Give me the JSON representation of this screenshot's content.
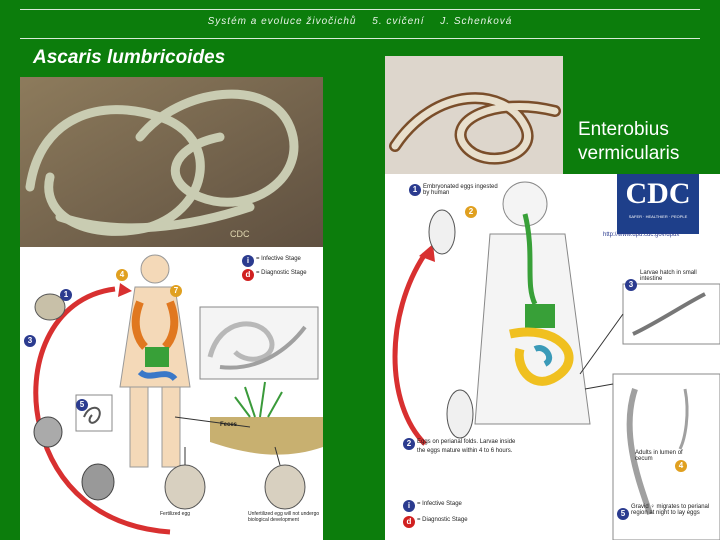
{
  "header": {
    "course": "Systém a evoluce živočichů",
    "lesson": "5. cvičení",
    "author": "J. Schenková"
  },
  "titles": {
    "left": "Ascaris lumbricoides",
    "right_line1": "Enterobius",
    "right_line2": "vermicularis"
  },
  "ascaris_cycle": {
    "legend_infective": "= Infective Stage",
    "legend_diagnostic": "= Diagnostic Stage",
    "feces": "Feces",
    "fertilized_egg": "Fertilized egg",
    "unfertilized_egg": "Unfertilized egg will not undergo biological development"
  },
  "enterobius_cycle": {
    "logo": "CDC",
    "logo_sub": "SAFER · HEALTHIER · PEOPLE",
    "url": "http://www.dpd.cdc.gov/dpdx",
    "step1": "Embryonated eggs ingested by human",
    "step2": "Eggs on perianal folds. Larvae inside the eggs mature within 4 to 6 hours.",
    "step3": "Larvae hatch in small intestine",
    "step4": "Adults in lumen of cecum",
    "step5": "Gravid ♀ migrates to perianal region at night to lay eggs",
    "legend_infective": "= Infective Stage",
    "legend_diagnostic": "= Diagnostic Stage"
  },
  "colors": {
    "background": "#0c7d0c",
    "infective": "#2b3b8f",
    "diagnostic": "#d02020",
    "cycle_arrow": "#d83030"
  }
}
